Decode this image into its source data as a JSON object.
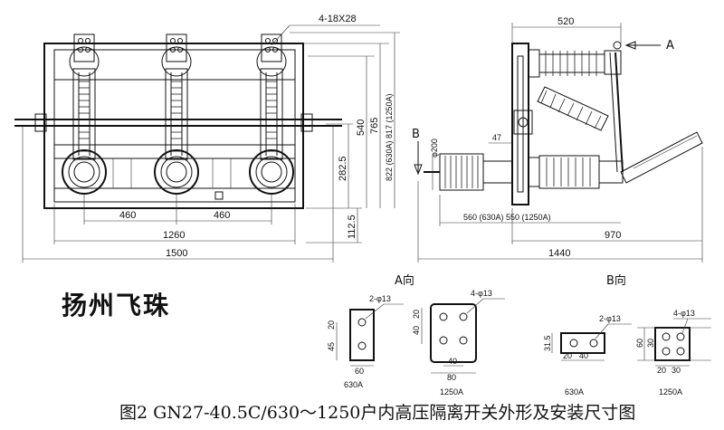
{
  "title": {
    "brand": "扬州飞珠",
    "caption": "图2   GN27-40.5C/630～1250户内高压隔离开关外形及安装尺寸图"
  },
  "front_view": {
    "dims": {
      "hole_note": "4-18X28",
      "pitch_left": "460",
      "pitch_right": "460",
      "width_1260": "1260",
      "width_1500": "1500",
      "h_1125": "112.5",
      "h_2825": "282.5",
      "h_540": "540",
      "h_765": "765",
      "h_822": "822 (630A) 817 (1250A)"
    }
  },
  "side_view": {
    "dims": {
      "top_520": "520",
      "arrow_a": "A",
      "arrow_b": "B",
      "phi200": "φ200",
      "d47": "47",
      "d560_550": "560 (630A) 550 (1250A)",
      "d970": "970",
      "d1440": "1440"
    }
  },
  "details": {
    "a_view": "A向",
    "b_view": "B向",
    "a630": {
      "holes": "2-φ13",
      "h1": "45",
      "h2": "20",
      "w": "60",
      "label": "630A"
    },
    "a1250": {
      "holes": "4-φ13",
      "h1": "40",
      "h2": "20",
      "w1": "40",
      "w2": "80",
      "label": "1250A"
    },
    "b630": {
      "holes": "2-φ13",
      "h": "31.5",
      "w1": "20",
      "w2": "40",
      "label": "630A"
    },
    "b1250": {
      "holes": "4-φ13",
      "h1": "60",
      "h2": "30",
      "w1": "20",
      "w2": "30",
      "label": "1250A"
    }
  }
}
